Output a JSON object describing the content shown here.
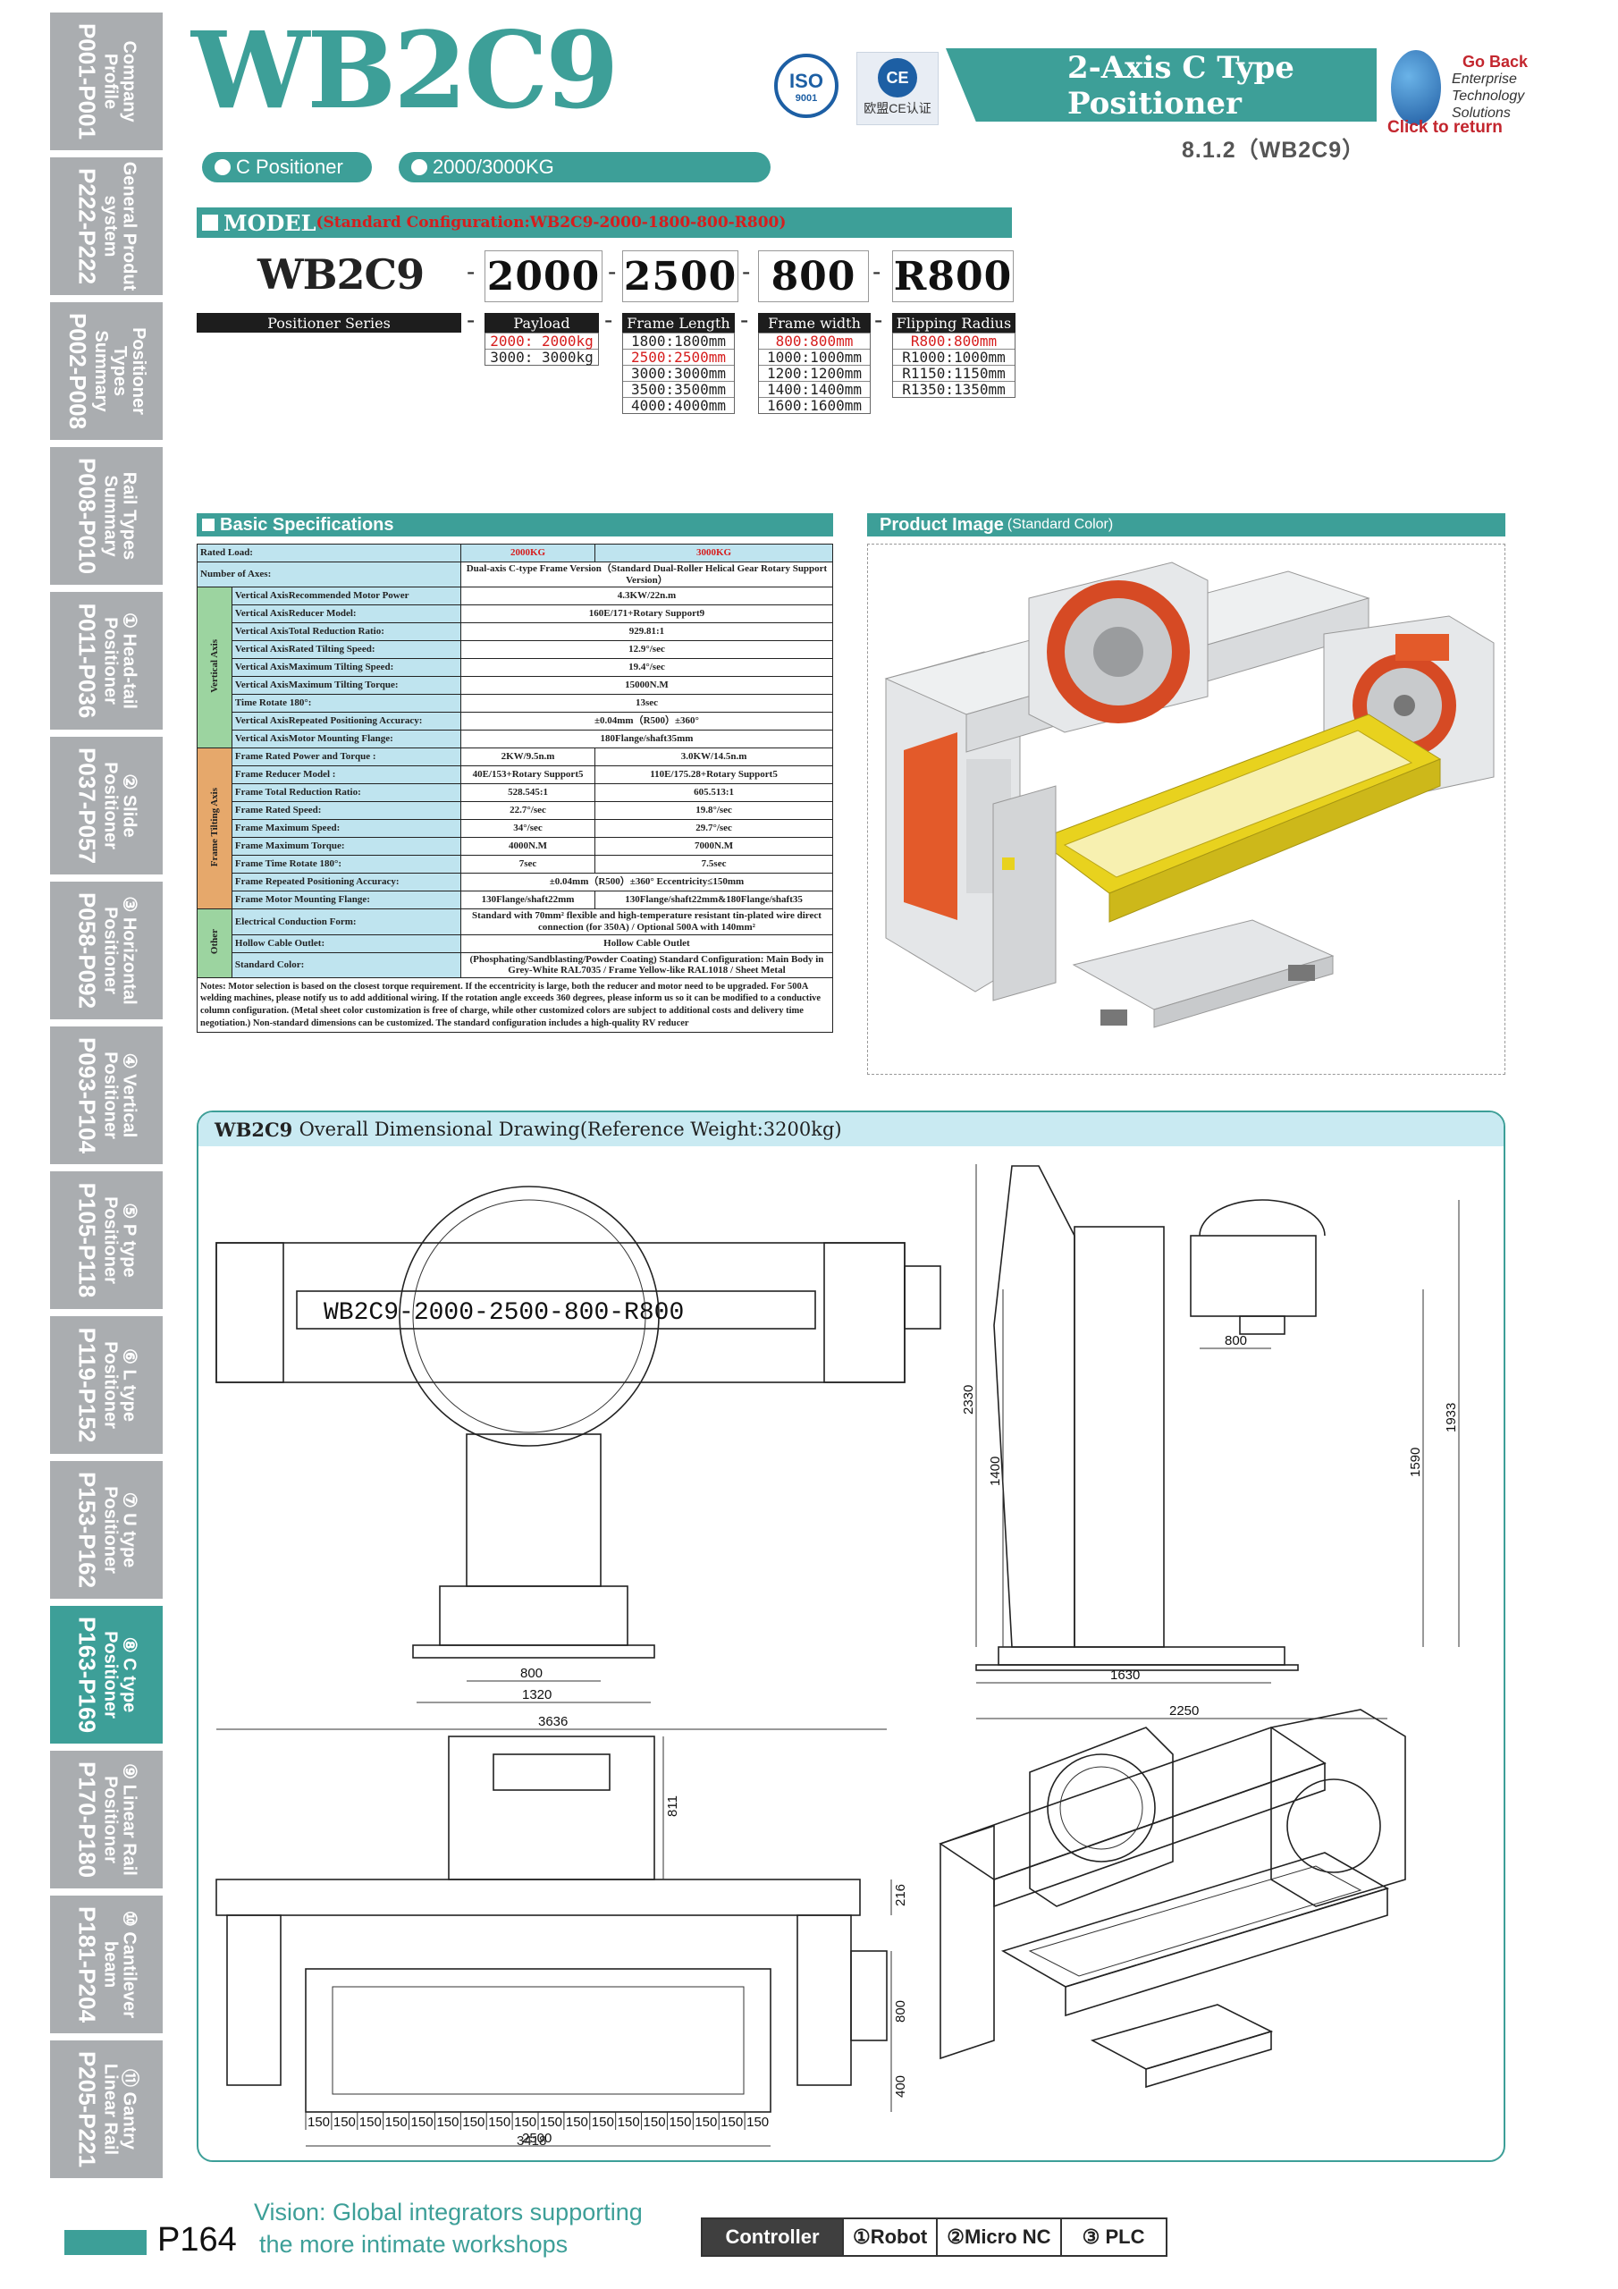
{
  "sidebar": [
    {
      "name": "Company Profile",
      "pages": "P001-P001",
      "active": false
    },
    {
      "name": "General Produt system",
      "pages": "P222-P222",
      "active": false
    },
    {
      "name": "Positioner Types Summary",
      "pages": "P002-P008",
      "active": false
    },
    {
      "name": "Rail Types Summary",
      "pages": "P008-P010",
      "active": false
    },
    {
      "name": "① Head-tail Positioner",
      "pages": "P011-P036",
      "active": false
    },
    {
      "name": "② Slide Positioner",
      "pages": "P037-P057",
      "active": false
    },
    {
      "name": "③ Horizontal Positioner",
      "pages": "P058-P092",
      "active": false
    },
    {
      "name": "④ Vertical Positioner",
      "pages": "P093-P104",
      "active": false
    },
    {
      "name": "⑤ P type Positioner",
      "pages": "P105-P118",
      "active": false
    },
    {
      "name": "⑥ L type Positioner",
      "pages": "P119-P152",
      "active": false
    },
    {
      "name": "⑦ U type Positioner",
      "pages": "P153-P162",
      "active": false
    },
    {
      "name": "⑧ C type Positioner",
      "pages": "P163-P169",
      "active": true
    },
    {
      "name": "⑨ Linear Rail Positioner",
      "pages": "P170-P180",
      "active": false
    },
    {
      "name": "⑩ Cantilever beam",
      "pages": "P181-P204",
      "active": false
    },
    {
      "name": "⑪ Gantry Linear Rail",
      "pages": "P205-P221",
      "active": false
    }
  ],
  "header": {
    "title": "WB2C9",
    "tag1": "C Positioner",
    "tag2": "2000/3000KG",
    "banner_line1": "2-Axis C Type",
    "banner_line2": "Positioner",
    "code": "8.1.2（WB2C9）",
    "iso_text": "ISO",
    "iso_sub": "9001",
    "ce_text": "CE",
    "ce_sub": "欧盟CE认证",
    "goback": "Go Back",
    "goback_words": [
      "Enterprise",
      "Technology",
      "Solutions"
    ],
    "click_return": "Click to return"
  },
  "model": {
    "heading": "MODEL",
    "std_config": "(Standard Configuration:WB2C9-2000-1800-800-R800)",
    "series": "WB2C9",
    "boxes": [
      "2000",
      "2500",
      "800",
      "R800"
    ],
    "series_label": "Positioner Series",
    "options": [
      {
        "head": "Payload",
        "items": [
          {
            "t": "2000:  2000kg",
            "red": true
          },
          {
            "t": "3000:  3000kg",
            "red": false
          }
        ]
      },
      {
        "head": "Frame Length",
        "items": [
          {
            "t": "1800:1800mm",
            "red": false
          },
          {
            "t": "2500:2500mm",
            "red": true
          },
          {
            "t": "3000:3000mm",
            "red": false
          },
          {
            "t": "3500:3500mm",
            "red": false
          },
          {
            "t": "4000:4000mm",
            "red": false
          }
        ]
      },
      {
        "head": "Frame width",
        "items": [
          {
            "t": "800:800mm",
            "red": true
          },
          {
            "t": "1000:1000mm",
            "red": false
          },
          {
            "t": "1200:1200mm",
            "red": false
          },
          {
            "t": "1400:1400mm",
            "red": false
          },
          {
            "t": "1600:1600mm",
            "red": false
          }
        ]
      },
      {
        "head": "Flipping Radius",
        "items": [
          {
            "t": "R800:800mm",
            "red": true
          },
          {
            "t": "R1000:1000mm",
            "red": false
          },
          {
            "t": "R1150:1150mm",
            "red": false
          },
          {
            "t": "R1350:1350mm",
            "red": false
          }
        ]
      }
    ]
  },
  "specs": {
    "heading": "Basic Specifications",
    "rated_load": {
      "label": "Rated Load:",
      "v1": "2000KG",
      "v2": "3000KG"
    },
    "axes": {
      "label": "Number of Axes:",
      "value": "Dual-axis C-type Frame Version（Standard Dual-Roller Helical Gear Rotary Support Version）"
    },
    "vertical_group": "Vertical Axis",
    "vertical": [
      {
        "label": "Vertical AxisRecommended Motor Power",
        "value": "4.3KW/22n.m"
      },
      {
        "label": "Vertical AxisReducer Model:",
        "value": "160E/171+Rotary Support9"
      },
      {
        "label": "Vertical AxisTotal Reduction Ratio:",
        "value": "929.81:1"
      },
      {
        "label": "Vertical AxisRated Tilting Speed:",
        "value": "12.9°/sec"
      },
      {
        "label": "Vertical AxisMaximum Tilting Speed:",
        "value": "19.4°/sec"
      },
      {
        "label": "Vertical AxisMaximum Tilting Torque:",
        "value": "15000N.M"
      },
      {
        "label": "Time Rotate 180°:",
        "value": "13sec"
      },
      {
        "label": "Vertical AxisRepeated Positioning Accuracy:",
        "value": "±0.04mm（R500）±360°"
      },
      {
        "label": "Vertical AxisMotor Mounting Flange:",
        "value": "180Flange/shaft35mm"
      }
    ],
    "frame_group": "Frame Tilting Axis",
    "frame": [
      {
        "label": "Frame Rated Power and Torque :",
        "v1": "2KW/9.5n.m",
        "v2": "3.0KW/14.5n.m"
      },
      {
        "label": "Frame Reducer Model :",
        "v1": "40E/153+Rotary Support5",
        "v2": "110E/175.28+Rotary Support5"
      },
      {
        "label": "Frame Total Reduction Ratio:",
        "v1": "528.545:1",
        "v2": "605.513:1"
      },
      {
        "label": "Frame Rated Speed:",
        "v1": "22.7°/sec",
        "v2": "19.8°/sec"
      },
      {
        "label": "Frame Maximum Speed:",
        "v1": "34°/sec",
        "v2": "29.7°/sec"
      },
      {
        "label": "Frame Maximum Torque:",
        "v1": "4000N.M",
        "v2": "7000N.M"
      },
      {
        "label": "Frame Time Rotate 180°:",
        "v1": "7sec",
        "v2": "7.5sec"
      },
      {
        "label": "Frame Repeated Positioning Accuracy:",
        "value": "±0.04mm（R500）±360°  Eccentricity≤150mm"
      },
      {
        "label": "Frame Motor Mounting Flange:",
        "v1": "130Flange/shaft22mm",
        "v2": "130Flange/shaft22mm&180Flange/shaft35"
      }
    ],
    "other_group": "Other",
    "other": [
      {
        "label": "Electrical Conduction Form:",
        "value": "Standard with 70mm² flexible and high-temperature resistant tin-plated wire direct connection (for 350A) / Optional 500A with 140mm²"
      },
      {
        "label": "Hollow Cable Outlet:",
        "value": "Hollow Cable Outlet"
      },
      {
        "label": "Standard Color:",
        "value": "(Phosphating/Sandblasting/Powder Coating) Standard Configuration: Main Body in Grey-White RAL7035 / Frame Yellow-like RAL1018 / Sheet Metal"
      }
    ],
    "notes": "Notes: Motor selection is based on the closest torque requirement. If the eccentricity is large, both the reducer and motor need to be upgraded. For 500A welding machines, please notify us to add additional wiring. If the rotation angle exceeds 360 degrees, please inform us so it can be modified to a conductive column configuration. (Metal sheet color customization is free of charge, while other customized colors are subject to additional costs and delivery time negotiation.) Non-standard dimensions can be customized. The standard configuration includes a high-quality RV reducer"
  },
  "product_image": {
    "heading": "Product Image",
    "sub": "(Standard Color)"
  },
  "drawing": {
    "model": "WB2C9",
    "title": "Overall Dimensional Drawing(Reference Weight:3200kg)",
    "front_label": "WB2C9-2000-2500-800-R800",
    "front_dims": [
      "800",
      "1320",
      "3636"
    ],
    "side_dims": [
      "2330",
      "1400",
      "800",
      "1590",
      "1933",
      "1630",
      "2250"
    ],
    "top_dims": [
      "811",
      "216",
      "800",
      "400",
      "2500",
      "3418"
    ],
    "pitch": "150",
    "pitch_count": 18
  },
  "footer": {
    "page": "P164",
    "vision1": "Vision: Global integrators supporting",
    "vision2": "the more intimate workshops",
    "controller": "Controller",
    "items": [
      "①Robot",
      "②Micro NC",
      "③ PLC"
    ]
  },
  "colors": {
    "teal": "#3d9f98",
    "red": "#d61d1d",
    "yellow": "#e8d21e",
    "orange": "#e35a2a",
    "grey": "#aaadb0"
  }
}
